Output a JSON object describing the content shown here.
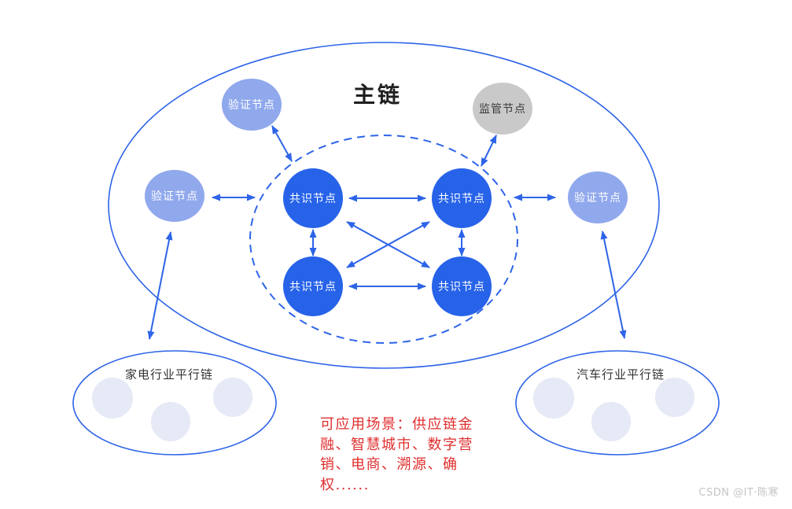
{
  "title": "主链",
  "node_labels": {
    "validation": "验证节点",
    "consensus": "共识节点",
    "supervision": "监管节点"
  },
  "parallel_chains": {
    "left": "家电行业平行链",
    "right": "汽车行业平行链"
  },
  "scenario": {
    "lines": [
      "可应用场景：供应链金",
      "融、智慧城市、数字营",
      "销、电商、溯源、确",
      "权......"
    ]
  },
  "watermark": "CSDN @IT·陈寒",
  "colors": {
    "line_blue": "#2D64E8",
    "consensus_fill": "#2763E9",
    "validation_fill": "#90A8EC",
    "supervision_fill": "#C9C9C9",
    "supervision_text": "#3A3A3A",
    "parallel_node_fill": "#E6E9F6",
    "scenario_red": "#E02E2E",
    "title_color": "#1F1F1F",
    "watermark_gray": "#C5C5C5"
  }
}
